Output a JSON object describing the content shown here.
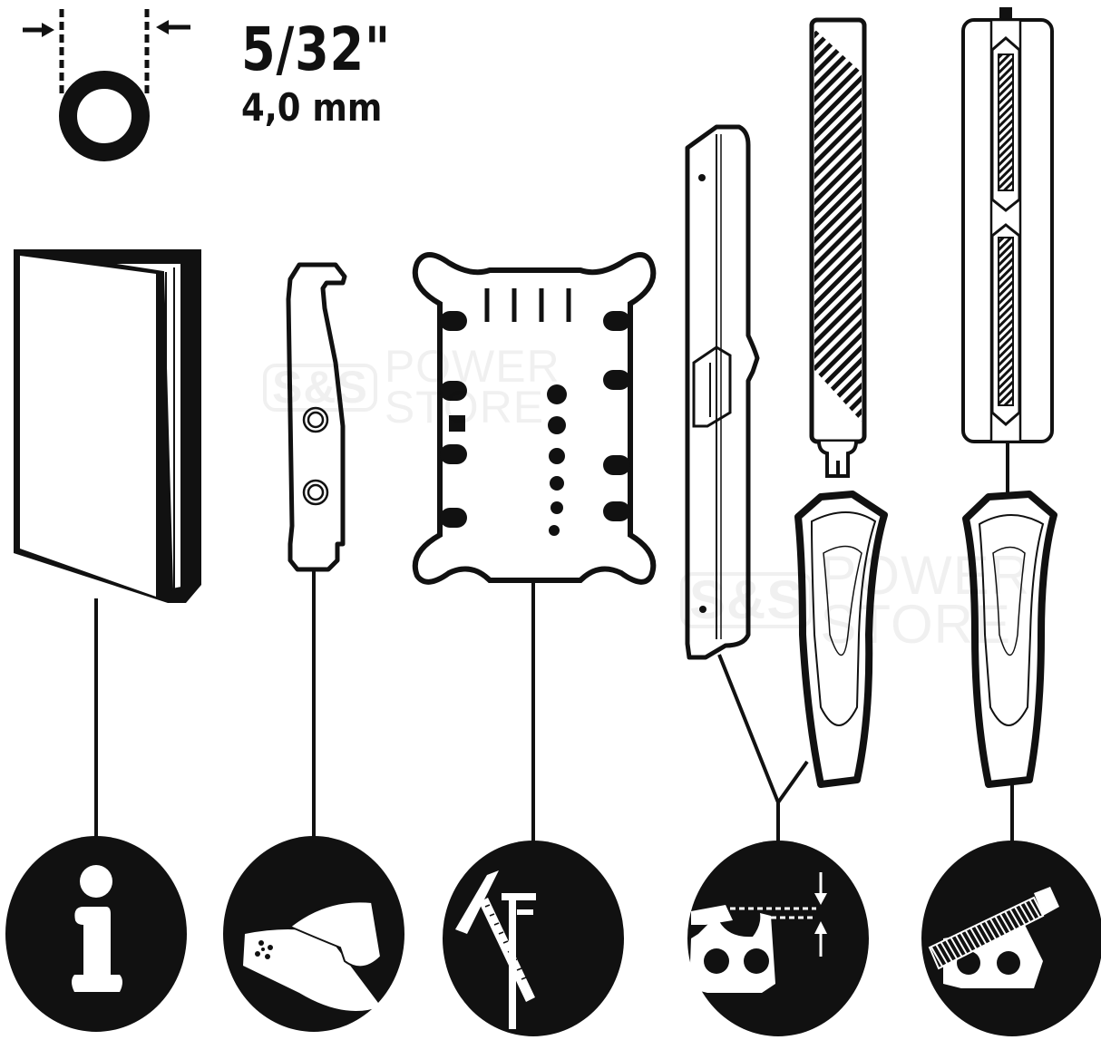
{
  "header": {
    "file_size_inch": "5/32\"",
    "file_size_mm": "4,0 mm",
    "diameter_icon": "round-file-diameter-icon"
  },
  "watermark": {
    "logo": "S&S",
    "line1": "POWER",
    "line2": "STORE"
  },
  "items": [
    {
      "name": "instruction-manual",
      "icon": "info-icon"
    },
    {
      "name": "chain-breaker-hook",
      "icon": "chain-cleaning-icon"
    },
    {
      "name": "file-gauge-template",
      "icon": "measuring-tools-icon"
    },
    {
      "name": "depth-gauge-and-flat-file",
      "icon": "depth-gauge-icon"
    },
    {
      "name": "round-file-with-guide",
      "icon": "round-file-sharpening-icon"
    }
  ],
  "colors": {
    "ink": "#111111",
    "background": "#ffffff"
  }
}
